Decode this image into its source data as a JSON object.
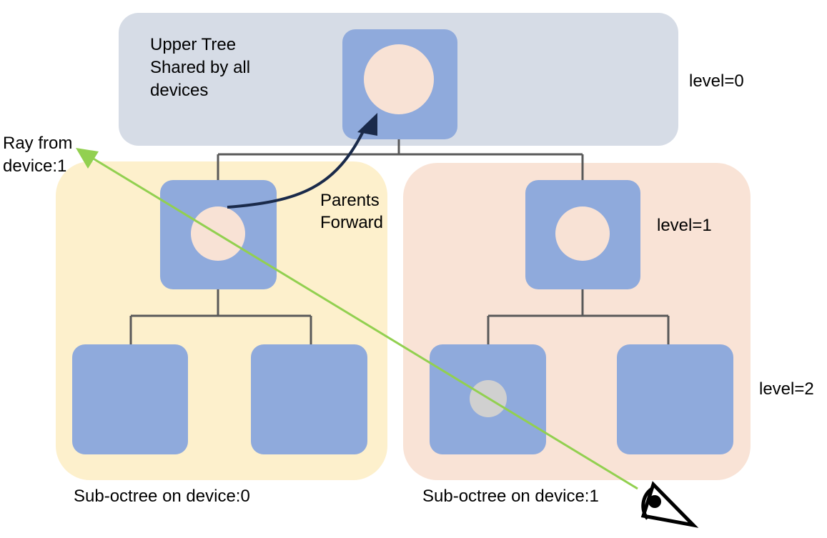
{
  "colors": {
    "upper_region": "#d6dce6",
    "device0_region": "#fdf0cc",
    "device1_region": "#f9e3d6",
    "node": "#8faadc",
    "circle": "#f8e2d5",
    "hit_circle": "#d0d0d0",
    "ray": "#92d050",
    "arrow": "#1a2a4a",
    "connector": "#595959"
  },
  "labels": {
    "upper_tree": [
      "Upper Tree",
      "Shared by all",
      "devices"
    ],
    "ray": [
      "Ray from",
      "device:1"
    ],
    "parents_forward": [
      "Parents",
      "Forward"
    ],
    "level0": "level=0",
    "level1": "level=1",
    "level2": "level=2",
    "sub_octree_device0": "Sub-octree on device:0",
    "sub_octree_device1": "Sub-octree on device:1"
  },
  "icons": {
    "eye": "eye-icon"
  }
}
